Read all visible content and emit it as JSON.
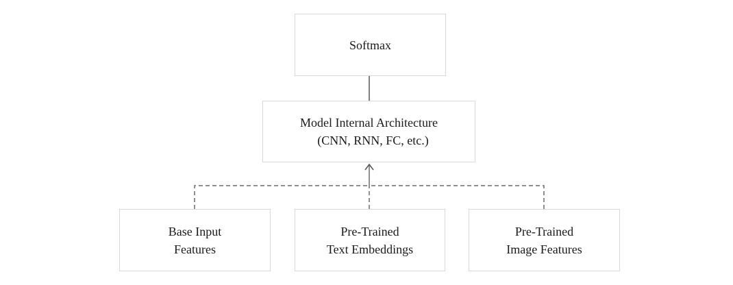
{
  "diagram": {
    "nodes": {
      "softmax": {
        "lines": [
          "Softmax"
        ]
      },
      "architecture": {
        "lines": [
          "Model Internal Architecture",
          "(CNN, RNN, FC, etc.)"
        ]
      },
      "base_input": {
        "lines": [
          "Base Input",
          "Features"
        ]
      },
      "text_embeddings": {
        "lines": [
          "Pre-Trained",
          "Text Embeddings"
        ]
      },
      "image_features": {
        "lines": [
          "Pre-Trained",
          "Image Features"
        ]
      }
    },
    "edges": [
      {
        "from": "architecture",
        "to": "softmax",
        "style": "solid",
        "arrow": false
      },
      {
        "from": "base_input",
        "to": "architecture",
        "style": "dashed",
        "arrow": true
      },
      {
        "from": "text_embeddings",
        "to": "architecture",
        "style": "dashed",
        "arrow": true
      },
      {
        "from": "image_features",
        "to": "architecture",
        "style": "dashed",
        "arrow": true
      }
    ],
    "colors": {
      "box_border": "#d9d9d9",
      "line": "#555555",
      "dashed_line": "#6a6a6a",
      "text": "#1a1a1a"
    }
  }
}
